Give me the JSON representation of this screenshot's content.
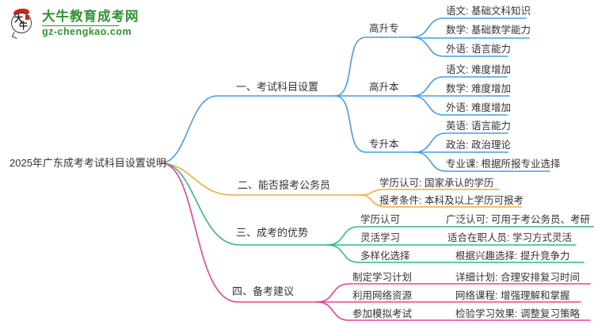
{
  "logo": {
    "title": "大牛教育成考网",
    "domain": "gz-chengkao.com",
    "badge_char_top": "大",
    "badge_char_bottom": "牛"
  },
  "colors": {
    "branch1": "#449dea",
    "branch2": "#f1ac40",
    "branch3": "#2fbe7a",
    "branch4": "#ee4097",
    "brand_green": "#2e9432",
    "badge_red": "#c9271e",
    "text": "#333333"
  },
  "mindmap": {
    "root": "2025年广东成考考试科目设置说明",
    "branches": [
      {
        "label": "一、考试科目设置",
        "groups": [
          {
            "label": "高升专",
            "leaves": [
              "语文: 基础文科知识",
              "数学: 基础数学能力",
              "外语: 语言能力"
            ]
          },
          {
            "label": "高升本",
            "leaves": [
              "语文: 难度增加",
              "数学: 难度增加",
              "外语: 难度增加"
            ]
          },
          {
            "label": "专升本",
            "leaves": [
              "英语: 语言能力",
              "政治: 政治理论",
              "专业课: 根据所报专业选择"
            ]
          }
        ]
      },
      {
        "label": "二、能否报考公务员",
        "leaves": [
          "学历认可: 国家承认的学历",
          "报考条件: 本科及以上学历可报考"
        ]
      },
      {
        "label": "三、成考的优势",
        "rows": [
          {
            "label": "学历认可",
            "detail": "广泛认可: 可用于考公务员、考研"
          },
          {
            "label": "灵活学习",
            "detail": "适合在职人员: 学习方式灵活"
          },
          {
            "label": "多样化选择",
            "detail": "根据兴趣选择: 提升竞争力"
          }
        ]
      },
      {
        "label": "四、备考建议",
        "rows": [
          {
            "label": "制定学习计划",
            "detail": "详细计划: 合理安排复习时间"
          },
          {
            "label": "利用网络资源",
            "detail": "网络课程: 增强理解和掌握"
          },
          {
            "label": "参加模拟考试",
            "detail": "检验学习效果: 调整复习策略"
          }
        ]
      }
    ]
  }
}
